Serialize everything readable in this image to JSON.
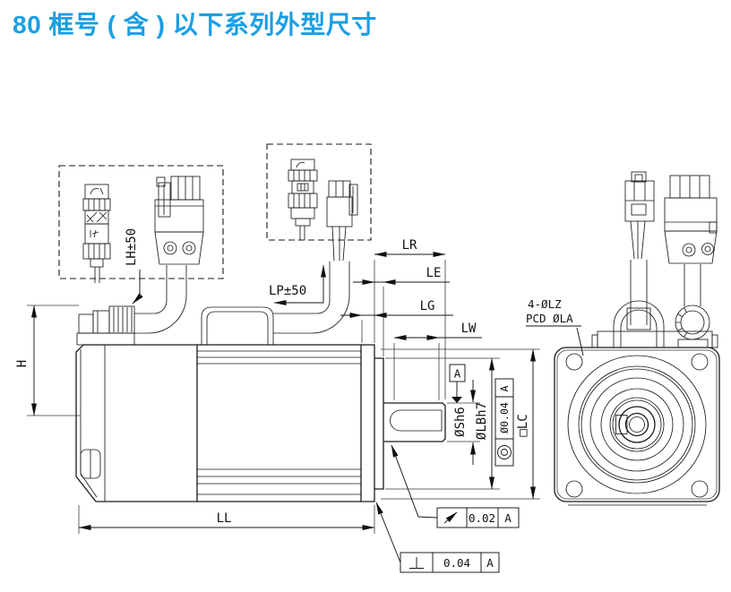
{
  "title": "80 框号 ( 含 ) 以下系列外型尺寸",
  "colors": {
    "accent": "#1A9EE4",
    "line": "#1A1A1A",
    "background": "#FFFFFF"
  },
  "drawing": {
    "cable_dims": {
      "lh": "LH±50",
      "lp": "LP±50"
    },
    "dims": {
      "lr": "LR",
      "le": "LE",
      "lg": "LG",
      "lw": "LW",
      "ll": "LL",
      "h": "H",
      "shaft_dia": "ØSh6",
      "pilot_dia": "ØLBh7",
      "frame": "□LC",
      "holes": "4-ØLZ",
      "pcd": "PCD ØLA"
    },
    "datum": "A",
    "gdt": {
      "concentricity": {
        "symbol": "concentricity",
        "value": "Ø0.04",
        "datum": "A"
      },
      "runout": {
        "symbol": "circular-runout",
        "value": "0.02",
        "datum": "A"
      },
      "perpendicularity": {
        "symbol": "perpendicularity",
        "value": "0.04",
        "datum": "A"
      }
    }
  }
}
